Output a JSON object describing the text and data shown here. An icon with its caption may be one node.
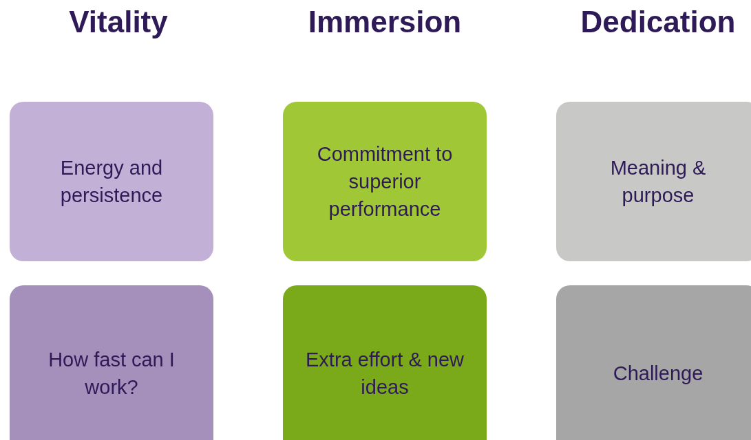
{
  "diagram": {
    "nodes": [
      {
        "text": [
          "Energy and persistence"
        ]
      },
      {
        "text": [
          "Commitment to superior performance"
        ]
      },
      {
        "text": [
          "Meaning & purpose"
        ]
      },
      {
        "text": [
          "How fast can I work?"
        ]
      },
      {
        "text": [
          "Extra effort & new ideas"
        ]
      },
      {
        "text": [
          "Challenge"
        ]
      }
    ],
    "labels": [
      "Vitality",
      "Immersion",
      "Dedication"
    ]
  }
}
